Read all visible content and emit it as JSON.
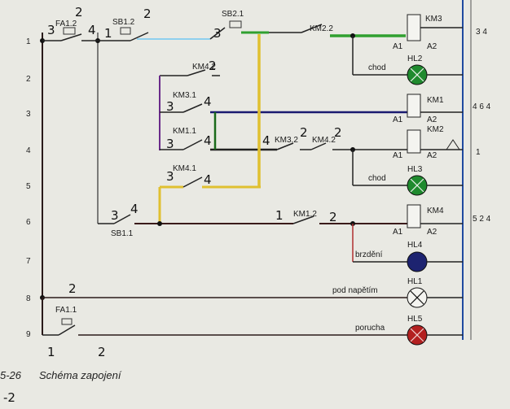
{
  "rows": [
    "1",
    "2",
    "3",
    "4",
    "5",
    "6",
    "7",
    "8",
    "9"
  ],
  "device_labels": {
    "fa12": "FA1.2",
    "sb12": "SB1.2",
    "sb21": "SB2.1",
    "km22": "KM2.2",
    "km42": "KM4.2",
    "km31": "KM3.1",
    "km11": "KM1.1",
    "km32": "KM3.2",
    "km4x": "KM4.2",
    "km41": "KM4.1",
    "sb11": "SB1.1",
    "km12": "KM1.2",
    "fa11": "FA1.1"
  },
  "coils": [
    {
      "name": "KM3",
      "a1": "A1",
      "a2": "A2"
    },
    {
      "name": "KM1",
      "a1": "A1",
      "a2": "A2"
    },
    {
      "name": "KM2",
      "a1": "A1",
      "a2": "A2"
    },
    {
      "name": "KM4",
      "a1": "A1",
      "a2": "A2"
    }
  ],
  "lamps": [
    {
      "name": "HL2",
      "text": "chod",
      "color": "#1f8a2e"
    },
    {
      "name": "HL3",
      "text": "chod",
      "color": "#1f8a2e"
    },
    {
      "name": "HL4",
      "text": "brzdění",
      "color": "#1d2370"
    },
    {
      "name": "HL1",
      "text": "pod napětím",
      "color": "#f4f4f0"
    },
    {
      "name": "HL5",
      "text": "porucha",
      "color": "#b32020"
    }
  ],
  "right_refs": {
    "km3": "3\n4",
    "km1": "4 6 4",
    "km2": "1",
    "km4": "5\n2 4"
  },
  "caption_num": "5-26",
  "caption_text": "Schéma zapojení",
  "handwritten": {
    "fa12_l": "3",
    "fa12_r": "4",
    "fa12_top": "2",
    "sb12_l": "1",
    "sb12_r": "2",
    "sb21_l": "3",
    "km42_n": "2",
    "km31_l": "3",
    "km31_r": "4",
    "km11_l": "3",
    "km11_r": "4",
    "km32_l": "4",
    "km32_r": "2",
    "km4x_n": "2",
    "km41_l": "3",
    "km41_r": "4",
    "sb11_l": "3",
    "sb11_r": "4",
    "km12_l": "1",
    "km12_r": "2",
    "row8_n": "2",
    "fa11_l": "1",
    "fa11_r": "2",
    "bottom": "-2"
  }
}
